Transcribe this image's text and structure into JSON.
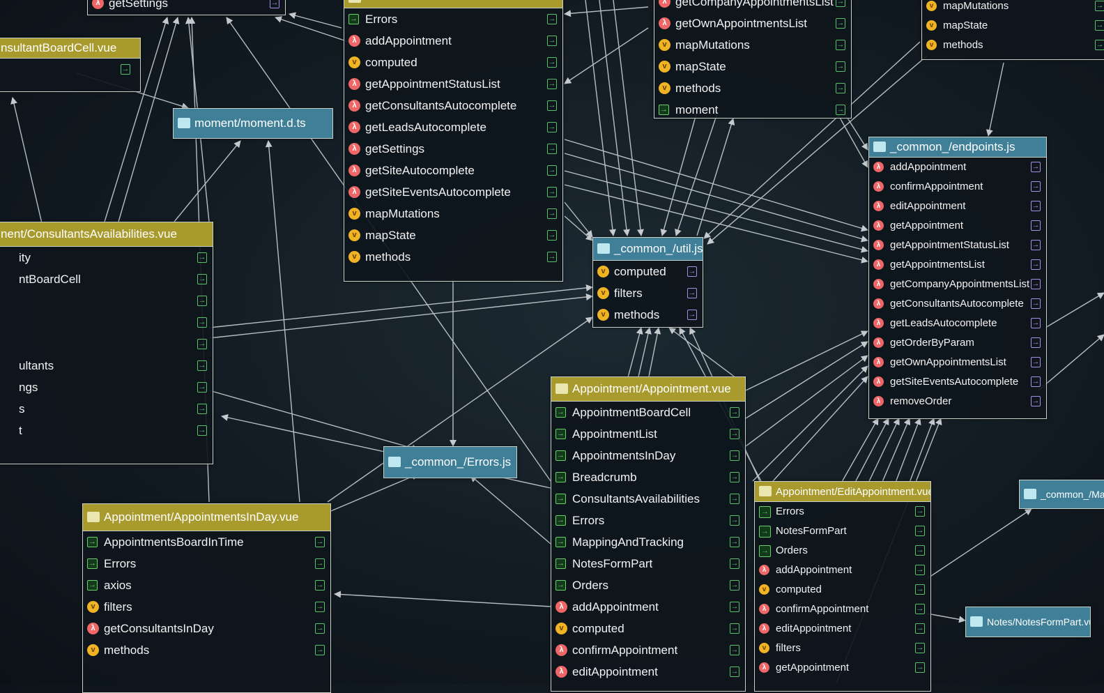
{
  "nodes": {
    "get_settings": {
      "rows": [
        {
          "label": "getSettings",
          "icon": "lambda-icon"
        }
      ]
    },
    "consultant_board_cell": {
      "title": "nsultantBoardCell.vue",
      "rows": [
        {
          "label": ""
        }
      ]
    },
    "moment": {
      "title": "moment/moment.d.ts"
    },
    "appointment_board": {
      "rows": [
        {
          "label": "Errors",
          "icon": "import-icon"
        },
        {
          "label": "addAppointment",
          "icon": "lambda-icon"
        },
        {
          "label": "computed",
          "icon": "vue-icon"
        },
        {
          "label": "getAppointmentStatusList",
          "icon": "lambda-icon"
        },
        {
          "label": "getConsultantsAutocomplete",
          "icon": "lambda-icon"
        },
        {
          "label": "getLeadsAutocomplete",
          "icon": "lambda-icon"
        },
        {
          "label": "getSettings",
          "icon": "lambda-icon"
        },
        {
          "label": "getSiteAutocomplete",
          "icon": "lambda-icon"
        },
        {
          "label": "getSiteEventsAutocomplete",
          "icon": "lambda-icon"
        },
        {
          "label": "mapMutations",
          "icon": "vue-icon"
        },
        {
          "label": "mapState",
          "icon": "vue-icon"
        },
        {
          "label": "methods",
          "icon": "vue-icon"
        }
      ]
    },
    "appointment_list": {
      "rows": [
        {
          "label": "getCompanyAppointmentsList",
          "icon": "lambda-icon"
        },
        {
          "label": "getOwnAppointmentsList",
          "icon": "lambda-icon"
        },
        {
          "label": "mapMutations",
          "icon": "vue-icon"
        },
        {
          "label": "mapState",
          "icon": "vue-icon"
        },
        {
          "label": "methods",
          "icon": "vue-icon"
        },
        {
          "label": "moment",
          "icon": "import-icon"
        }
      ]
    },
    "top_right": {
      "rows": [
        {
          "label": "mapMutations",
          "icon": "vue-icon"
        },
        {
          "label": "mapState",
          "icon": "vue-icon"
        },
        {
          "label": "methods",
          "icon": "vue-icon"
        }
      ]
    },
    "endpoints": {
      "title": "_common_/endpoints.js",
      "rows": [
        {
          "label": "addAppointment",
          "icon": "lambda-icon"
        },
        {
          "label": "confirmAppointment",
          "icon": "lambda-icon"
        },
        {
          "label": "editAppointment",
          "icon": "lambda-icon"
        },
        {
          "label": "getAppointment",
          "icon": "lambda-icon"
        },
        {
          "label": "getAppointmentStatusList",
          "icon": "lambda-icon"
        },
        {
          "label": "getAppointmentsList",
          "icon": "lambda-icon"
        },
        {
          "label": "getCompanyAppointmentsList",
          "icon": "lambda-icon"
        },
        {
          "label": "getConsultantsAutocomplete",
          "icon": "lambda-icon"
        },
        {
          "label": "getLeadsAutocomplete",
          "icon": "lambda-icon"
        },
        {
          "label": "getOrderByParam",
          "icon": "lambda-icon"
        },
        {
          "label": "getOwnAppointmentsList",
          "icon": "lambda-icon"
        },
        {
          "label": "getSiteEventsAutocomplete",
          "icon": "lambda-icon"
        },
        {
          "label": "removeOrder",
          "icon": "lambda-icon"
        }
      ]
    },
    "util": {
      "title": "_common_/util.js",
      "rows": [
        {
          "label": "computed",
          "icon": "vue-icon"
        },
        {
          "label": "filters",
          "icon": "vue-icon"
        },
        {
          "label": "methods",
          "icon": "vue-icon"
        }
      ]
    },
    "consultants_avail": {
      "title": "nent/ConsultantsAvailabilities.vue",
      "rows": [
        {
          "label": "ity"
        },
        {
          "label": "ntBoardCell"
        },
        {
          "label": ""
        },
        {
          "label": ""
        },
        {
          "label": ""
        },
        {
          "label": "ultants"
        },
        {
          "label": "ngs"
        },
        {
          "label": "s"
        },
        {
          "label": "t"
        }
      ]
    },
    "errors_js": {
      "title": "_common_/Errors.js"
    },
    "appointment_vue": {
      "title": "Appointment/Appointment.vue",
      "rows": [
        {
          "label": "AppointmentBoardCell",
          "icon": "import-icon"
        },
        {
          "label": "AppointmentList",
          "icon": "import-icon"
        },
        {
          "label": "AppointmentsInDay",
          "icon": "import-icon"
        },
        {
          "label": "Breadcrumb",
          "icon": "import-icon"
        },
        {
          "label": "ConsultantsAvailabilities",
          "icon": "import-icon"
        },
        {
          "label": "Errors",
          "icon": "import-icon"
        },
        {
          "label": "MappingAndTracking",
          "icon": "import-icon"
        },
        {
          "label": "NotesFormPart",
          "icon": "import-icon"
        },
        {
          "label": "Orders",
          "icon": "import-icon"
        },
        {
          "label": "addAppointment",
          "icon": "lambda-icon"
        },
        {
          "label": "computed",
          "icon": "vue-icon"
        },
        {
          "label": "confirmAppointment",
          "icon": "lambda-icon"
        },
        {
          "label": "editAppointment",
          "icon": "lambda-icon"
        }
      ]
    },
    "appointments_in_day": {
      "title": "Appointment/AppointmentsInDay.vue",
      "rows": [
        {
          "label": "AppointmentsBoardInTime",
          "icon": "import-icon"
        },
        {
          "label": "Errors",
          "icon": "import-icon"
        },
        {
          "label": "axios",
          "icon": "import-icon"
        },
        {
          "label": "filters",
          "icon": "vue-icon"
        },
        {
          "label": "getConsultantsInDay",
          "icon": "lambda-icon"
        },
        {
          "label": "methods",
          "icon": "vue-icon"
        }
      ]
    },
    "edit_appointment": {
      "title": "Appointment/EditAppointment.vue",
      "rows": [
        {
          "label": "Errors",
          "icon": "import-icon"
        },
        {
          "label": "NotesFormPart",
          "icon": "import-icon"
        },
        {
          "label": "Orders",
          "icon": "import-icon"
        },
        {
          "label": "addAppointment",
          "icon": "lambda-icon"
        },
        {
          "label": "computed",
          "icon": "vue-icon"
        },
        {
          "label": "confirmAppointment",
          "icon": "lambda-icon"
        },
        {
          "label": "editAppointment",
          "icon": "lambda-icon"
        },
        {
          "label": "filters",
          "icon": "vue-icon"
        },
        {
          "label": "getAppointment",
          "icon": "lambda-icon"
        }
      ]
    },
    "notes_form": {
      "title": "Notes/NotesFormPart.vue"
    },
    "common_ma": {
      "title": "_common_/Ma"
    }
  }
}
